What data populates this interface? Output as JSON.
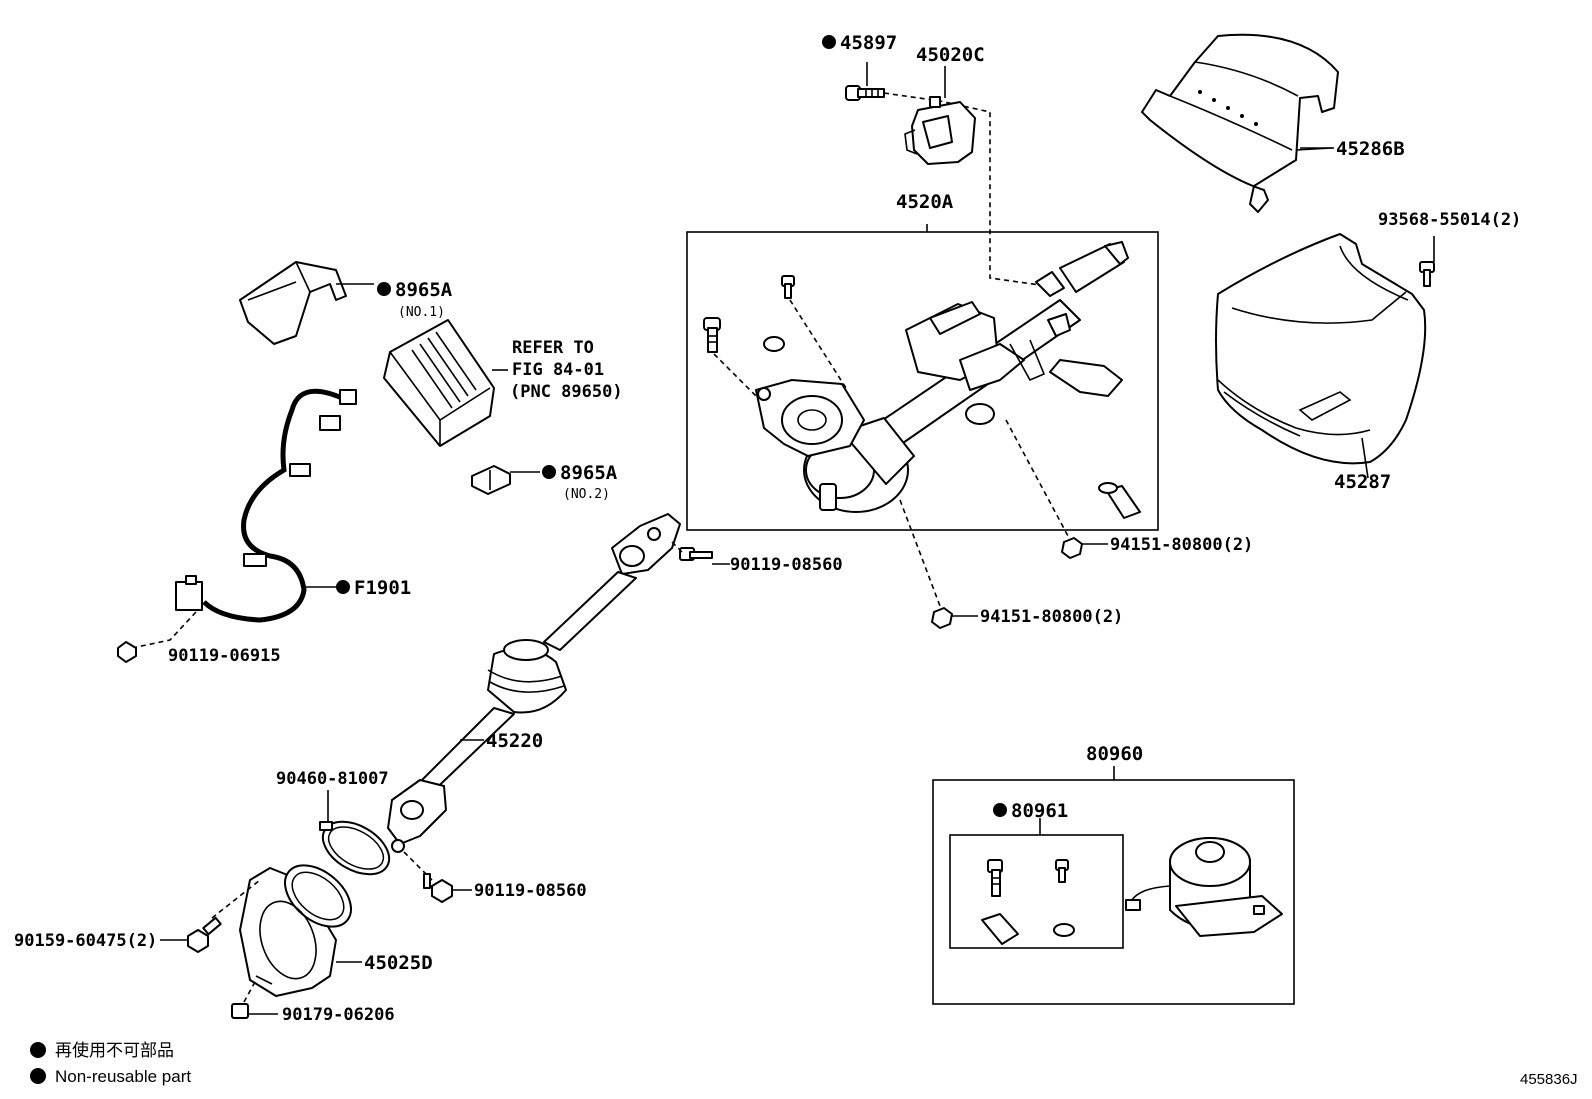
{
  "labels": {
    "p45897": "45897",
    "p45020C": "45020C",
    "p45286B": "45286B",
    "p4520A": "4520A",
    "p93568": "93568-55014(2)",
    "p8965A_1": "8965A",
    "p8965A_1_sub": "(NO.1)",
    "refer_line1": "REFER TO",
    "refer_line2": "FIG 84-01",
    "refer_line3": "(PNC 89650)",
    "p8965A_2": "8965A",
    "p8965A_2_sub": "(NO.2)",
    "p45287": "45287",
    "p90119_08560_top": "90119-08560",
    "p94151_a": "94151-80800(2)",
    "p94151_b": "94151-80800(2)",
    "pF1901": "F1901",
    "p90119_06915": "90119-06915",
    "p45220": "45220",
    "p90460": "90460-81007",
    "p90119_08560_bot": "90119-08560",
    "p90159": "90159-60475(2)",
    "p45025D": "45025D",
    "p90179": "90179-06206",
    "p80960": "80960",
    "p80961": "80961"
  },
  "legend": {
    "japanese": "再使用不可部品",
    "english": "Non-reusable part"
  },
  "image_id": "455836J"
}
